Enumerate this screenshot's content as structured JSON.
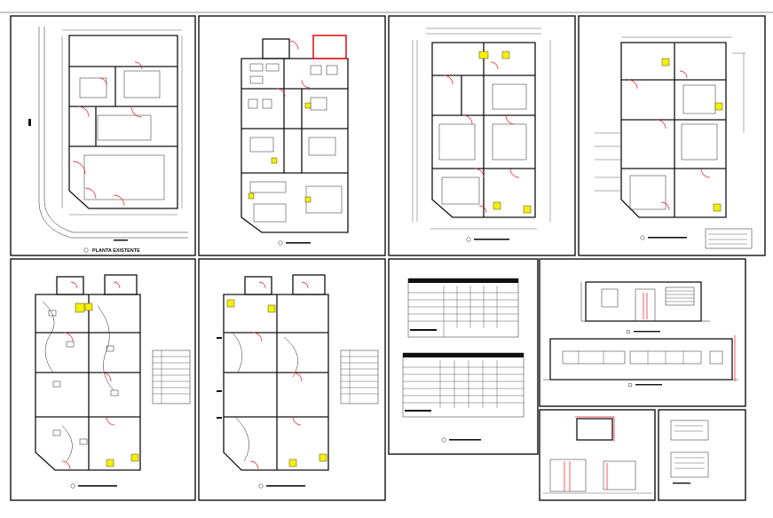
{
  "drawing": {
    "caption_existing_plan": "PLANTA EXISTENTE",
    "sheets": [
      {
        "id": "sheet-existing-plan"
      },
      {
        "id": "sheet-furniture-plan"
      },
      {
        "id": "sheet-dimension-plan-a"
      },
      {
        "id": "sheet-dimension-plan-b"
      },
      {
        "id": "sheet-electrical-plan-a"
      },
      {
        "id": "sheet-electrical-plan-b"
      },
      {
        "id": "sheet-schedule-tables"
      },
      {
        "id": "sheet-elevations"
      },
      {
        "id": "sheet-detail-a"
      },
      {
        "id": "sheet-detail-b"
      }
    ],
    "colors": {
      "line": "#111111",
      "annotation": "#e8161b",
      "highlight": "#f4f000",
      "background": "#ffffff"
    }
  }
}
